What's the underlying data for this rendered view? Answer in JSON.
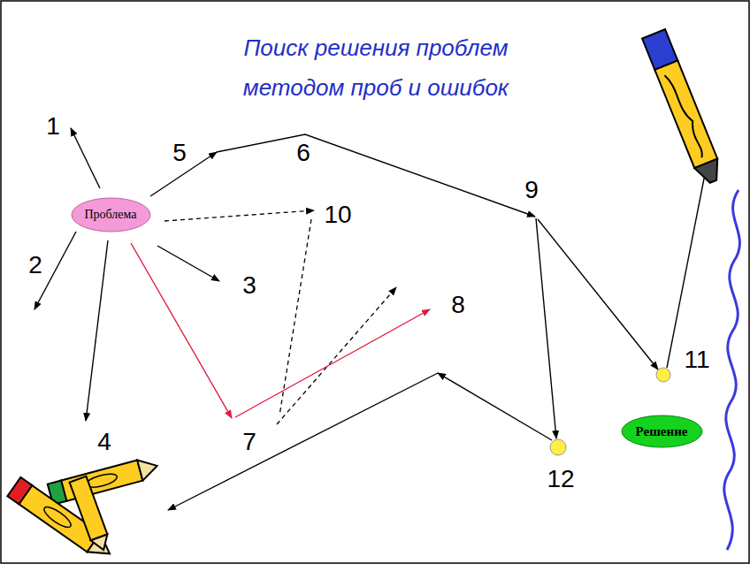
{
  "diagram": {
    "title": "Поиск решения проблем методом проб и ошибок",
    "nodes": [
      {
        "text": [
          "Проблема"
        ]
      },
      {
        "text": [
          "Решение"
        ]
      }
    ],
    "labels": [
      "1",
      "2",
      "3",
      "4",
      "5",
      "6",
      "7",
      "8",
      "9",
      "10",
      "11",
      "12"
    ]
  }
}
